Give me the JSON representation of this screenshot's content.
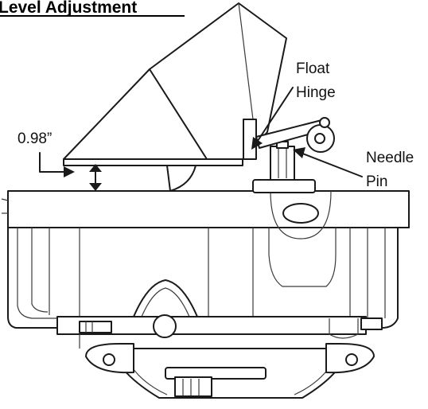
{
  "title": "Level Adjustment",
  "labels": {
    "measurement": "0.98”",
    "float_hinge_line1": "Float",
    "float_hinge_line2": "Hinge",
    "needle_pin_line1": "Needle",
    "needle_pin_line2": "Pin"
  },
  "colors": {
    "line": "#1a1a1a",
    "background": "#ffffff"
  }
}
